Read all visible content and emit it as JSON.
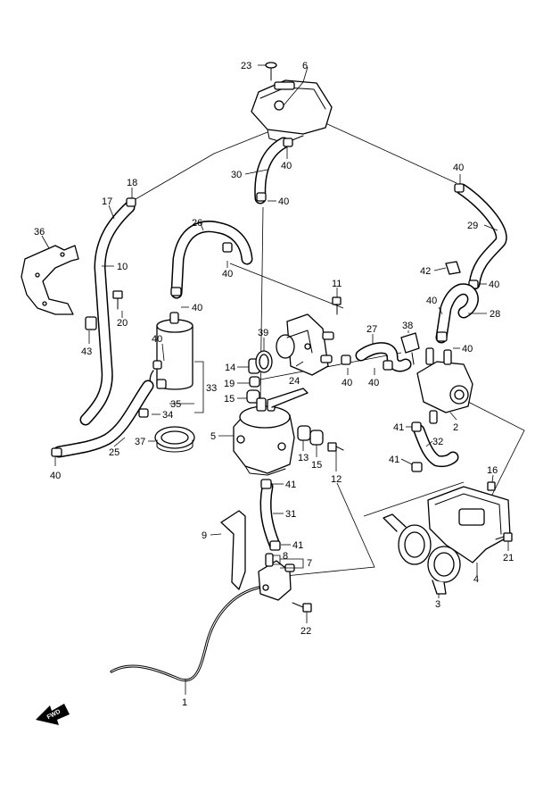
{
  "diagram": {
    "fwd_label": "FWD",
    "callouts": [
      {
        "id": "c23",
        "label": "23"
      },
      {
        "id": "c6",
        "label": "6"
      },
      {
        "id": "c40a",
        "label": "40"
      },
      {
        "id": "c30",
        "label": "30"
      },
      {
        "id": "c40b",
        "label": "40"
      },
      {
        "id": "c18",
        "label": "18"
      },
      {
        "id": "c17",
        "label": "17"
      },
      {
        "id": "c40c",
        "label": "40"
      },
      {
        "id": "c29",
        "label": "29"
      },
      {
        "id": "c26",
        "label": "26"
      },
      {
        "id": "c36",
        "label": "36"
      },
      {
        "id": "c10",
        "label": "10"
      },
      {
        "id": "c42",
        "label": "42"
      },
      {
        "id": "c40d",
        "label": "40"
      },
      {
        "id": "c40e",
        "label": "40"
      },
      {
        "id": "c11",
        "label": "11"
      },
      {
        "id": "c40f",
        "label": "40"
      },
      {
        "id": "c20",
        "label": "20"
      },
      {
        "id": "c40g",
        "label": "40"
      },
      {
        "id": "c28",
        "label": "28"
      },
      {
        "id": "c43",
        "label": "43"
      },
      {
        "id": "c39",
        "label": "39"
      },
      {
        "id": "c27",
        "label": "27"
      },
      {
        "id": "c38",
        "label": "38"
      },
      {
        "id": "c40h",
        "label": "40"
      },
      {
        "id": "c40i",
        "label": "40"
      },
      {
        "id": "c14",
        "label": "14"
      },
      {
        "id": "c24",
        "label": "24"
      },
      {
        "id": "c40j",
        "label": "40"
      },
      {
        "id": "c40k",
        "label": "40"
      },
      {
        "id": "c19",
        "label": "19"
      },
      {
        "id": "c33",
        "label": "33"
      },
      {
        "id": "c15a",
        "label": "15"
      },
      {
        "id": "c35",
        "label": "35"
      },
      {
        "id": "c34",
        "label": "34"
      },
      {
        "id": "c2",
        "label": "2"
      },
      {
        "id": "c41a",
        "label": "41"
      },
      {
        "id": "c37",
        "label": "37"
      },
      {
        "id": "c5",
        "label": "5"
      },
      {
        "id": "c32",
        "label": "32"
      },
      {
        "id": "c25",
        "label": "25"
      },
      {
        "id": "c13",
        "label": "13"
      },
      {
        "id": "c15b",
        "label": "15"
      },
      {
        "id": "c41b",
        "label": "41"
      },
      {
        "id": "c40l",
        "label": "40"
      },
      {
        "id": "c12",
        "label": "12"
      },
      {
        "id": "c16",
        "label": "16"
      },
      {
        "id": "c41c",
        "label": "41"
      },
      {
        "id": "c31",
        "label": "31"
      },
      {
        "id": "c9",
        "label": "9"
      },
      {
        "id": "c41d",
        "label": "41"
      },
      {
        "id": "c8",
        "label": "8"
      },
      {
        "id": "c7",
        "label": "7"
      },
      {
        "id": "c21",
        "label": "21"
      },
      {
        "id": "c4",
        "label": "4"
      },
      {
        "id": "c3",
        "label": "3"
      },
      {
        "id": "c22",
        "label": "22"
      },
      {
        "id": "c1",
        "label": "1"
      }
    ]
  }
}
